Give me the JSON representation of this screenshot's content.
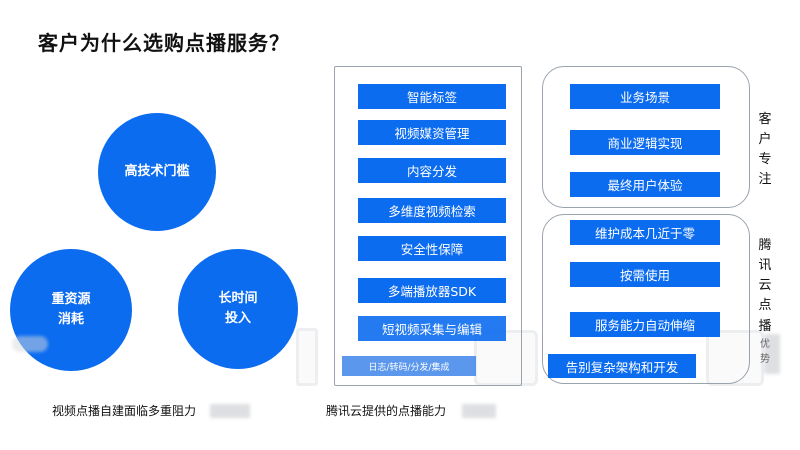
{
  "title": "客户为什么选购点播服务？",
  "circles": [
    {
      "label": "高技术门槛"
    },
    {
      "label_line1": "重资源",
      "label_line2": "消耗"
    },
    {
      "label_line1": "长时间",
      "label_line2": "投入"
    }
  ],
  "captions": {
    "left": "视频点播自建面临多重阻力",
    "mid": "腾讯云提供的点播能力"
  },
  "capabilities": [
    "智能标签",
    "视频媒资管理",
    "内容分发",
    "多维度视频检索",
    "安全性保障",
    "多端播放器SDK",
    "短视频采集与编辑",
    "日志/转码/分发/集成"
  ],
  "customer_focus": {
    "label": [
      "客",
      "户",
      "专",
      "注"
    ],
    "items": [
      "业务场景",
      "商业逻辑实现",
      "最终用户体验"
    ]
  },
  "tencent_advantage": {
    "label": [
      "腾",
      "讯",
      "云",
      "点",
      "播",
      "优",
      "势"
    ],
    "items": [
      "维护成本几近于零",
      "按需使用",
      "服务能力自动伸缩",
      "告别复杂架构和开发"
    ]
  },
  "colors": {
    "primary_blue": "#0c6cf0",
    "panel_border": "#9aa3ad"
  }
}
